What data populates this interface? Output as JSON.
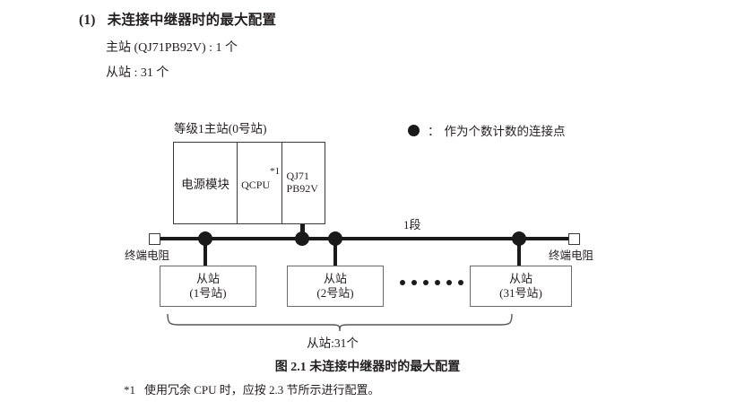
{
  "section": {
    "number": "(1)",
    "title": "未连接中继器时的最大配置",
    "lines": [
      "主站 (QJ71PB92V) : 1 个",
      "从站 : 31 个"
    ]
  },
  "legend": {
    "symbol": "filled-circle",
    "separator": "：",
    "text": "作为个数计数的连接点"
  },
  "diagram": {
    "master": {
      "header": "等级1主站(0号站)",
      "modules": [
        {
          "name": "电源模块"
        },
        {
          "name": "QCPU",
          "footnote_mark": "*1"
        },
        {
          "name": "QJ71\nPB92V",
          "line1": "QJ71",
          "line2": "PB92V"
        }
      ]
    },
    "segment_label": "1段",
    "terminator_left": "终端电阻",
    "terminator_right": "终端电阻",
    "slaves": [
      {
        "title": "从站",
        "station": "(1号站)"
      },
      {
        "title": "从站",
        "station": "(2号站)"
      },
      {
        "title": "从站",
        "station": "(31号站)"
      }
    ],
    "ellipsis_count": 6,
    "brace_label": "从站:31个"
  },
  "figure": {
    "caption": "图 2.1  未连接中继器时的最大配置"
  },
  "footnote": {
    "mark": "*1",
    "text": "使用冗余 CPU 时，应按 2.3 节所示进行配置。"
  }
}
